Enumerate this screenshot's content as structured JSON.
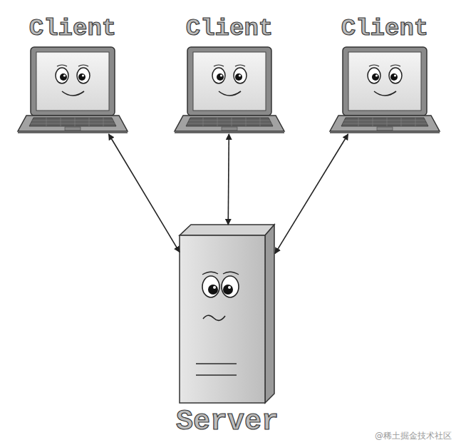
{
  "diagram": {
    "nodes": [
      {
        "text": [
          "Client"
        ]
      },
      {
        "text": [
          "Client"
        ]
      },
      {
        "text": [
          "Client"
        ]
      },
      {
        "text": [
          "Server"
        ]
      }
    ],
    "edges": [
      {
        "from": 0,
        "to": 3,
        "arrow": "both"
      },
      {
        "from": 1,
        "to": 3,
        "arrow": "both"
      },
      {
        "from": 2,
        "to": 3,
        "arrow": "both"
      }
    ],
    "labels": [
      "@稀土掘金技术社区"
    ]
  }
}
